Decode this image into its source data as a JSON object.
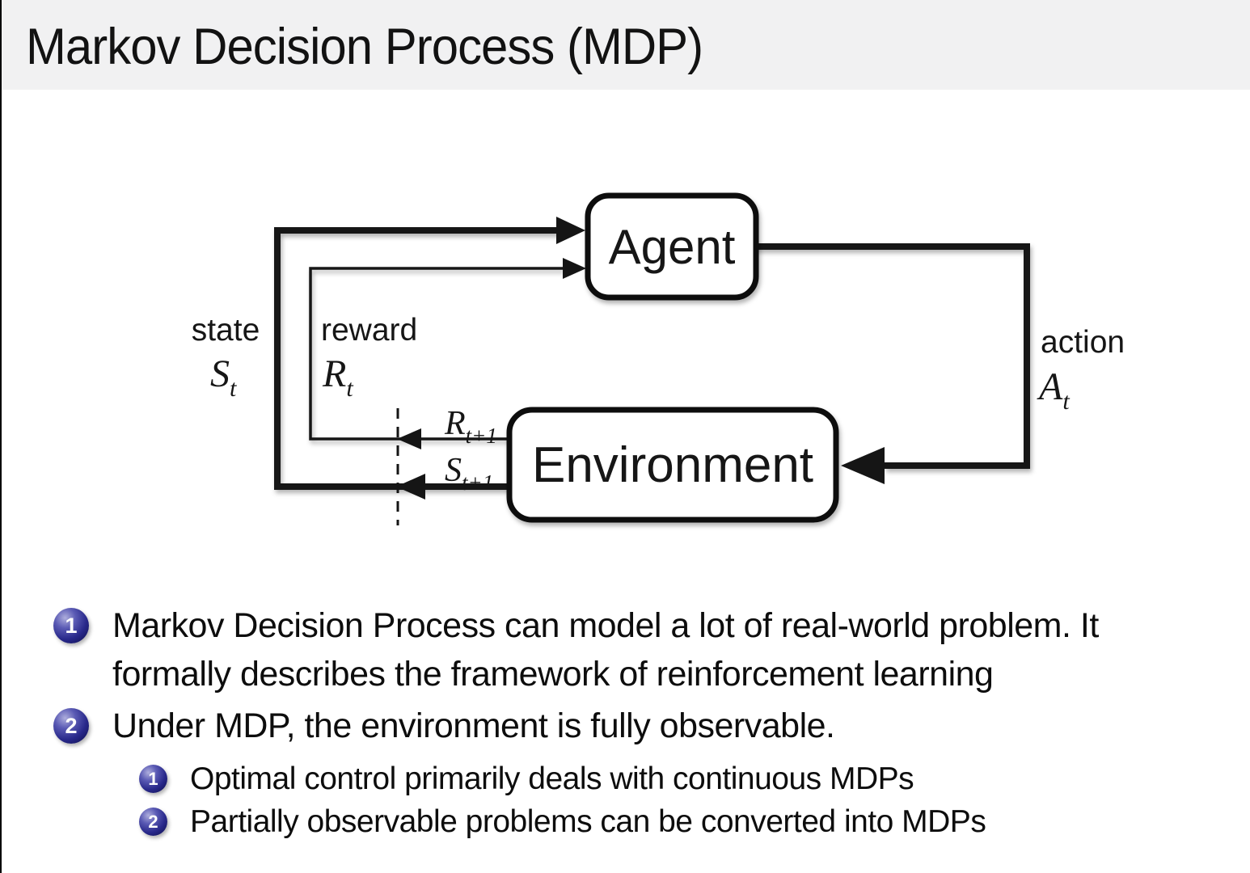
{
  "slide_title": "Markov Decision Process (MDP)",
  "diagram": {
    "agent_label": "Agent",
    "environment_label": "Environment",
    "state": {
      "label": "state",
      "sym": "S",
      "sub": "t"
    },
    "reward": {
      "label": "reward",
      "sym": "R",
      "sub": "t"
    },
    "action": {
      "label": "action",
      "sym": "A",
      "sub": "t"
    },
    "next_reward": {
      "sym": "R",
      "sub": "t+1"
    },
    "next_state": {
      "sym": "S",
      "sub": "t+1"
    }
  },
  "list": {
    "items": [
      {
        "num": "1",
        "lines": [
          "Markov Decision Process can model a lot of real-world problem. It",
          "formally describes the framework of reinforcement learning"
        ]
      },
      {
        "num": "2",
        "lines": [
          "Under MDP, the environment is fully observable."
        ]
      }
    ],
    "subitems": [
      {
        "num": "1",
        "text": "Optimal control primarily deals with continuous MDPs"
      },
      {
        "num": "2",
        "text": "Partially observable problems can be converted into MDPs"
      }
    ]
  },
  "colors": {
    "header_bg": "#f1f1f2",
    "body_text": "#0d0d0d",
    "bullet_ball": "#28288a",
    "diagram_line": "#151515"
  }
}
